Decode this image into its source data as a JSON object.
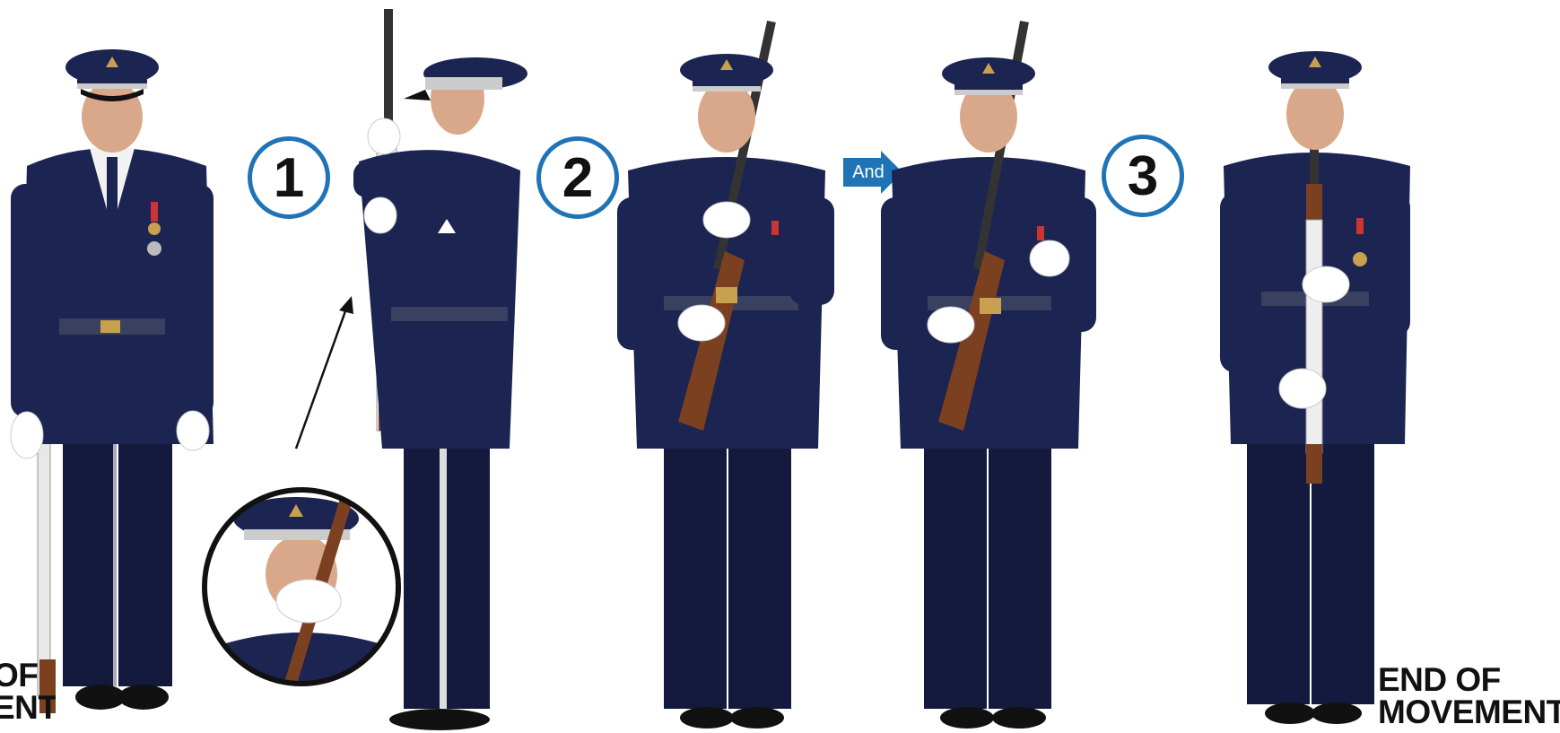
{
  "steps": [
    {
      "number": "1"
    },
    {
      "number": "2"
    },
    {
      "number": "3"
    }
  ],
  "connector": {
    "label": "And"
  },
  "captions": {
    "left_partial": {
      "line1": "OF",
      "line2": "ENT"
    },
    "end": {
      "line1": "END OF",
      "line2": "MOVEMENT"
    }
  },
  "colors": {
    "badge_ring": "#1f73b7",
    "uniform": "#1c2452",
    "rifle_wood": "#7a4020",
    "glove": "#ffffff",
    "arrow_fill": "#1f73b7"
  }
}
